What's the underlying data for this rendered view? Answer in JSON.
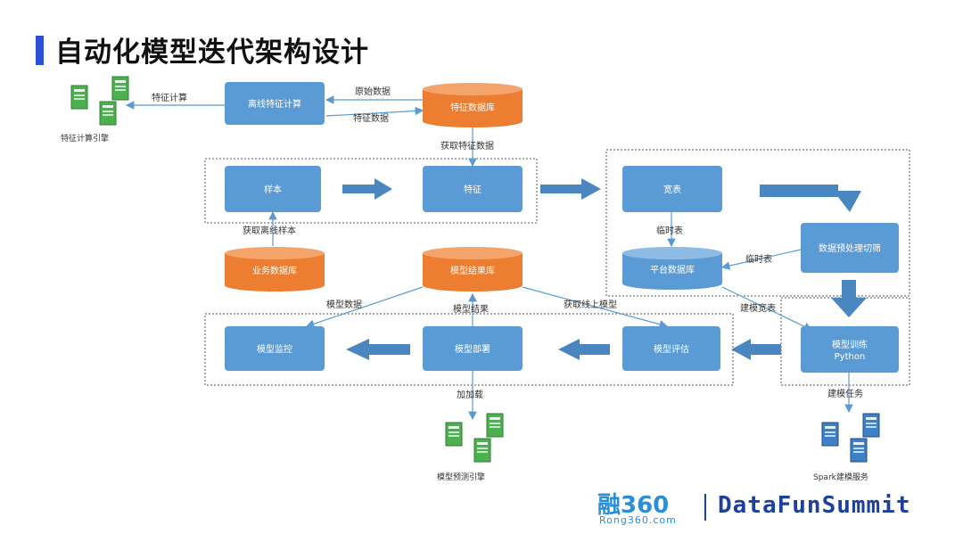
{
  "slide": {
    "title": "自动化模型迭代架构设计"
  },
  "nodes": {
    "offline_feature_calc": "离线特征计算",
    "feature_db": "特征数据库",
    "sample": "样本",
    "feature": "特征",
    "wide_table": "宽表",
    "business_db": "业务数据库",
    "model_result_db": "模型结果库",
    "platform_db": "平台数据库",
    "preprocess": "数据预处理切筛",
    "model_monitor": "模型监控",
    "model_deploy": "模型部署",
    "model_eval": "模型评估",
    "model_train": "模型训练",
    "model_train_sub": "Python"
  },
  "edge_labels": {
    "feature_compute": "特征计算",
    "raw_data": "原始数据",
    "feature_data": "特征数据",
    "get_feature_data": "获取特征数据",
    "get_offline_sample": "获取离线样本",
    "temp_table_1": "临时表",
    "temp_table_2": "临时表",
    "model_data": "模型数据",
    "model_result": "模型结果",
    "get_online_model": "获取线上模型",
    "modeling_wide_table": "建模宽表",
    "load": "加加载",
    "modeling_task": "建模任务"
  },
  "servers": {
    "feature_engine": "特征计算引擎",
    "predict_engine": "模型预测引擎",
    "spark_service": "Spark建模服务"
  },
  "branding": {
    "rong_logo": "融360",
    "rong_url": "Rong360.com",
    "datafun": "DataFunSummit"
  },
  "colors": {
    "node_blue": "#5b9bd5",
    "db_orange": "#ed7d31",
    "arrow_blue": "#4a86c0",
    "title_bar": "#2b4fd6"
  }
}
